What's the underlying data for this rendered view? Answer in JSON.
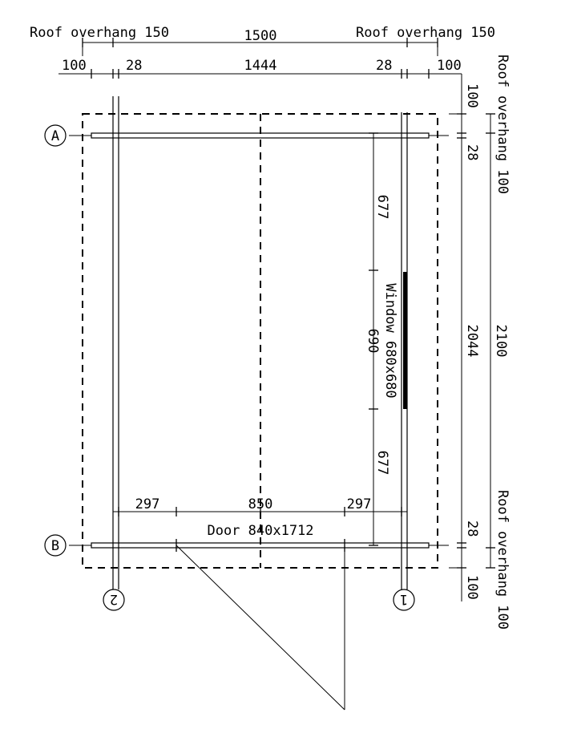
{
  "top_dims": {
    "overhang_left": "Roof overhang 150",
    "overall": "1500",
    "overhang_right": "Roof overhang 150",
    "seg_left_100": "100",
    "seg_left_28": "28",
    "seg_mid": "1444",
    "seg_right_28": "28",
    "seg_right_100": "100"
  },
  "right_dims": {
    "seg_top_100": "100",
    "seg_top_28": "28",
    "seg_mid": "2044",
    "seg_bottom_28": "28",
    "seg_bottom_100": "100",
    "overall": "2100",
    "overhang_top": "Roof overhang 100",
    "overhang_bottom": "Roof overhang 100"
  },
  "window_dims": {
    "upper": "677",
    "middle": "690",
    "lower": "677",
    "label": "Window 680x680"
  },
  "door_dims": {
    "left": "297",
    "middle": "850",
    "right": "297",
    "label": "Door 840x1712"
  },
  "grid": {
    "row_a": "A",
    "row_b": "B",
    "col_2": "2",
    "col_1": "1"
  }
}
